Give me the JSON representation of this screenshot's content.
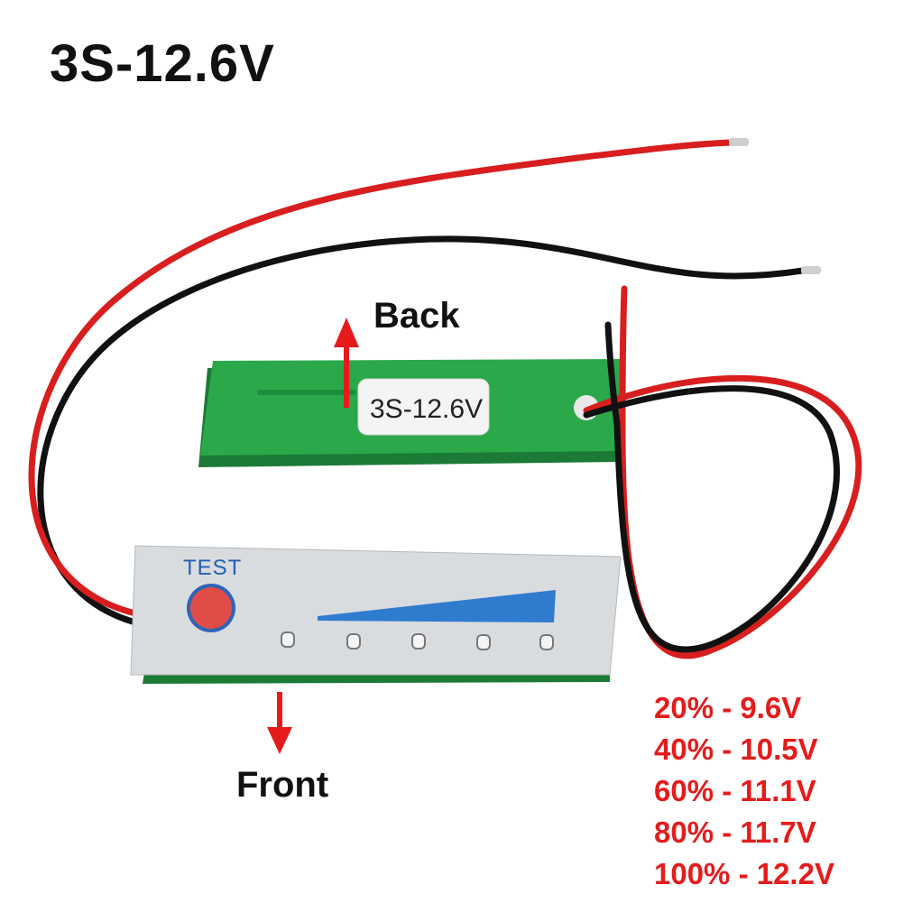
{
  "title": "3S-12.6V",
  "back_label": "Back",
  "front_label": "Front",
  "back_sticker": "3S-12.6V",
  "test_button_label": "TEST",
  "led_count": 5,
  "voltage_levels": [
    {
      "percent": "20%",
      "voltage": "9.6V",
      "text": "20% - 9.6V"
    },
    {
      "percent": "40%",
      "voltage": "10.5V",
      "text": "40% - 10.5V"
    },
    {
      "percent": "60%",
      "voltage": "11.1V",
      "text": "60% - 11.1V"
    },
    {
      "percent": "80%",
      "voltage": "11.7V",
      "text": "80% - 11.7V"
    },
    {
      "percent": "100%",
      "voltage": "12.2V",
      "text": "100% - 12.2V"
    }
  ],
  "colors": {
    "arrow": "#e51b1b",
    "spec_text": "#e41c1c",
    "pcb_green": "#2aa84a",
    "wire_red": "#d81e1e",
    "wire_black": "#111111",
    "level_bar": "#2f7ccf"
  }
}
